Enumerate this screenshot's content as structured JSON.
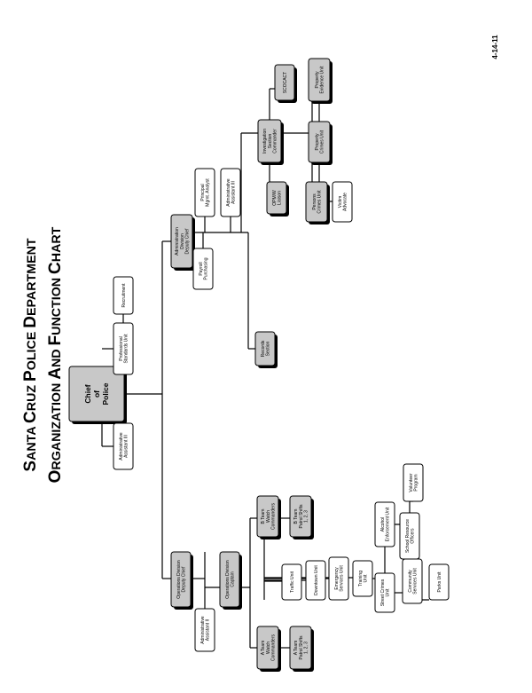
{
  "date": "4-14-11",
  "title": {
    "line1": "Santa Cruz Police Department",
    "line2": "Organization and Function Chart"
  },
  "nodes": {
    "chief": [
      "Chief",
      "of",
      "Police"
    ],
    "admin_assistant_iii_chief": [
      "Administrative",
      "Assistant III"
    ],
    "professional_standards": [
      "Professional",
      "Standards Unit"
    ],
    "recruitment": [
      "Recruitment"
    ],
    "admin_division": [
      "Administration",
      "Division",
      "Deputy Chief"
    ],
    "records": [
      "Records",
      "Section"
    ],
    "payroll": [
      "Payroll",
      "Purchasing"
    ],
    "principal_mgmt_analyst": [
      "Principal",
      "Mgmt. Analyst"
    ],
    "admin_assistant_iii_admin": [
      "Administrative",
      "Assistant III"
    ],
    "investigation_section": [
      "Investigation",
      "Section",
      "Commander"
    ],
    "opmw_liaison": [
      "OPM/W",
      "Liaison"
    ],
    "scocact": [
      "SCOCACT"
    ],
    "property_crimes": [
      "Property",
      "Crimes Unit"
    ],
    "property_evidence": [
      "Property",
      "Evidence Unit"
    ],
    "persons_crimes": [
      "Persons",
      "Crimes Unit"
    ],
    "victim_advocate": [
      "Victim",
      "Advocate"
    ],
    "operations_division": [
      "Operations Division",
      "Deputy Chief"
    ],
    "operations_captain": [
      "Operations Division",
      "Captain"
    ],
    "admin_assistant_ii_ops": [
      "Administrative",
      "Assistant II"
    ],
    "a_team_watch": [
      "A Team",
      "Watch",
      "Commanders"
    ],
    "a_team_patrol": [
      "A Team",
      "Patrol Shifts",
      "1, 2, 3"
    ],
    "b_team_watch": [
      "B Team",
      "Watch",
      "Commanders"
    ],
    "b_team_patrol": [
      "B Team",
      "Patrol Shifts",
      "1, 2, 3"
    ],
    "traffic": [
      "Traffic Unit"
    ],
    "downtown": [
      "Downtown Unit"
    ],
    "emergency_services": [
      "Emergency",
      "Services Unit"
    ],
    "training": [
      "Training",
      "Unit"
    ],
    "street_crimes": [
      "Street Crimes",
      "Unit"
    ],
    "community_services": [
      "Community",
      "Services Unit"
    ],
    "parks": [
      "Parks Unit"
    ],
    "alcohol_enforcement": [
      "Alcohol",
      "Enforcement Unit"
    ],
    "school_resource": [
      "School Resource",
      "Officers"
    ],
    "volunteer": [
      "Volunteer",
      "Program"
    ]
  },
  "colors": {
    "shaded_box": "#c8c8c8",
    "plain_box": "#ffffff",
    "line": "#000000",
    "text": "#000000"
  }
}
